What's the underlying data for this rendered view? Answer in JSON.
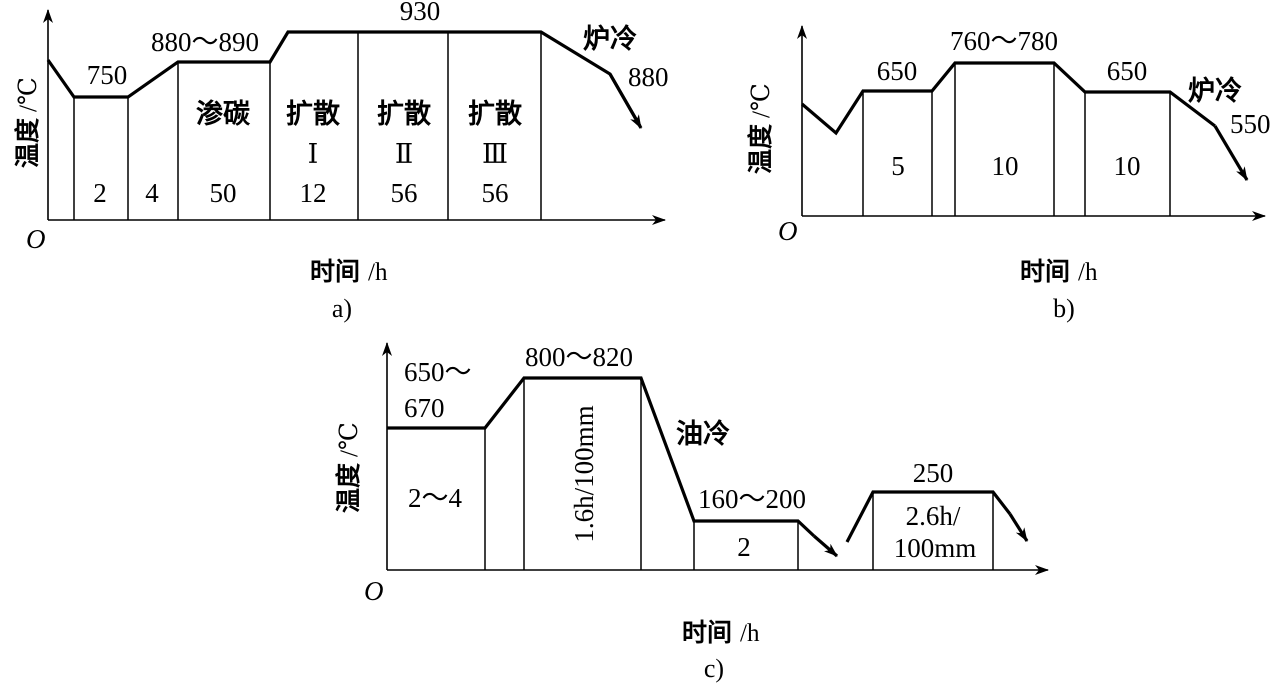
{
  "diagram_a": {
    "caption": "a)",
    "y_axis_cjk": "温度",
    "y_axis_unit": "/℃",
    "x_axis_cjk": "时间",
    "x_axis_unit": "/h",
    "origin": "O",
    "temps": {
      "t1": "750",
      "t2": "880～890",
      "t3": "930",
      "t4": "880"
    },
    "cooling": "炉冷",
    "carburize": "渗碳",
    "diffuse": "扩散",
    "roman": [
      "Ⅰ",
      "Ⅱ",
      "Ⅲ"
    ],
    "durations": [
      "2",
      "4",
      "50",
      "12",
      "56",
      "56"
    ]
  },
  "diagram_b": {
    "caption": "b)",
    "y_axis_cjk": "温度",
    "y_axis_unit": "/℃",
    "x_axis_cjk": "时间",
    "x_axis_unit": "/h",
    "origin": "O",
    "temps": {
      "t1": "650",
      "t2": "760～780",
      "t3": "650",
      "t4": "550"
    },
    "cooling": "炉冷",
    "durations": [
      "5",
      "10",
      "10"
    ]
  },
  "diagram_c": {
    "caption": "c)",
    "y_axis_cjk": "温度",
    "y_axis_unit": "/℃",
    "x_axis_cjk": "时间",
    "x_axis_unit": "/h",
    "origin": "O",
    "temps": {
      "t1a": "650～",
      "t1b": "670",
      "t2": "800～820",
      "t3": "160～200",
      "t4": "250"
    },
    "cooling": "油冷",
    "durations": {
      "d1": "2～4",
      "d2": "1.6h/100mm",
      "d3": "2",
      "d4a": "2.6h/",
      "d4b": "100mm"
    }
  }
}
